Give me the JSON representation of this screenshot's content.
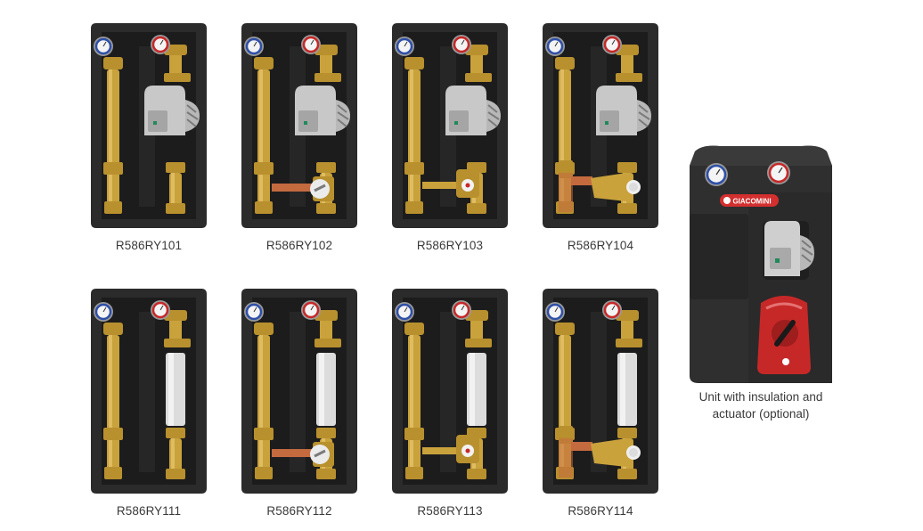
{
  "products": [
    {
      "code": "R586RY101",
      "variant": "straight-pump"
    },
    {
      "code": "R586RY102",
      "variant": "mixing-tee-handle-pump"
    },
    {
      "code": "R586RY103",
      "variant": "mixing-3way-pump"
    },
    {
      "code": "R586RY104",
      "variant": "mixing-thermostatic-pump"
    },
    {
      "code": "R586RY111",
      "variant": "straight-spacer"
    },
    {
      "code": "R586RY112",
      "variant": "mixing-tee-handle-spacer"
    },
    {
      "code": "R586RY113",
      "variant": "mixing-3way-spacer"
    },
    {
      "code": "R586RY114",
      "variant": "mixing-thermostatic-spacer"
    }
  ],
  "featured": {
    "caption_line1": "Unit with insulation and",
    "caption_line2": "actuator (optional)",
    "brand": "GIACOMINI"
  },
  "colors": {
    "insulation": "#2b2b2b",
    "brass": "#c9a23c",
    "copper": "#c46a3f",
    "pump": "#c8c8c8",
    "actuator": "#c62828",
    "gauge_blue": "#2e4fa8",
    "gauge_red": "#c62828"
  },
  "icons": [
    "thermometer-blue-icon",
    "thermometer-red-icon",
    "pump-icon",
    "mixing-valve-icon",
    "actuator-icon"
  ]
}
